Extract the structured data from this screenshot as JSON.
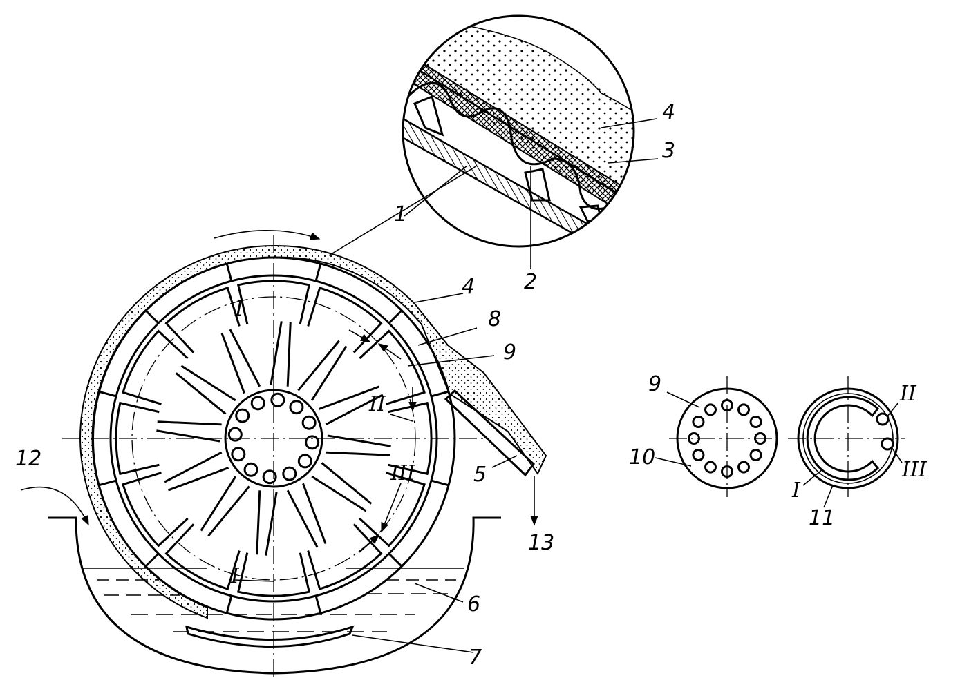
{
  "labels": {
    "drum_belt": "1",
    "detail_mesh": "2",
    "detail_cloth": "3",
    "detail_cake": "4",
    "drum_cake": "4",
    "scraper": "5",
    "slurry": "6",
    "agitator": "7",
    "cell": "8",
    "pipe": "9",
    "moving_disc": "10",
    "fixed_disc": "11",
    "feed": "12",
    "discharge": "13",
    "left_disc_pipe": "9"
  },
  "zones": {
    "zone_top": "I",
    "zone_bottom": "I",
    "zone_II": "II",
    "zone_III": "III",
    "disc_I": "I",
    "disc_II": "II",
    "disc_III": "III"
  },
  "colors": {
    "ink": "#000000",
    "paper": "#ffffff"
  }
}
